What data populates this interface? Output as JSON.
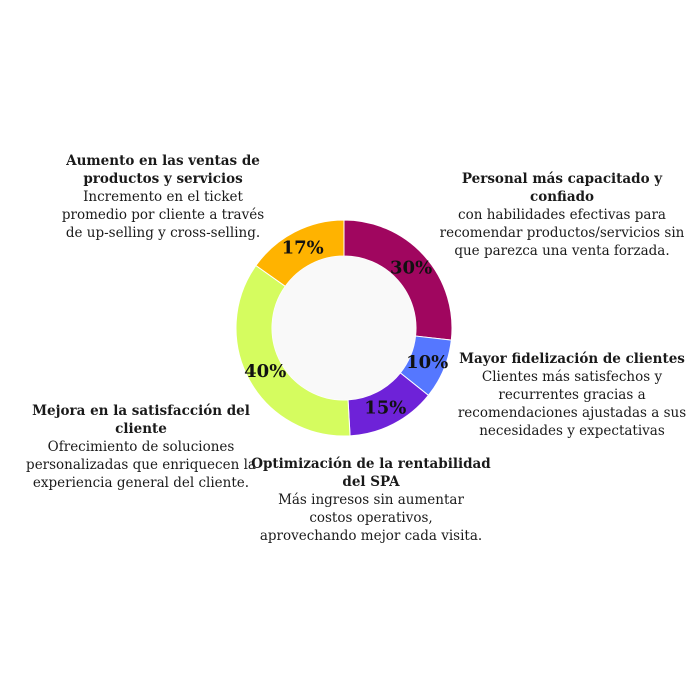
{
  "chart_data": {
    "type": "pie",
    "donut": true,
    "categories": [
      "Personal más capacitado y confiado",
      "Mayor fidelización de clientes",
      "Optimización de la rentabilidad del SPA",
      "Mejora en la satisfacción del cliente",
      "Aumento en las ventas de productos y servicios"
    ],
    "values": [
      30,
      10,
      15,
      40,
      17
    ],
    "labels": [
      "30%",
      "10%",
      "15%",
      "40%",
      "17%"
    ],
    "colors": [
      "#a0065f",
      "#5577ff",
      "#6e22d8",
      "#d5fc5f",
      "#ffb300"
    ],
    "hole_color": "#f9f9f9"
  },
  "callouts": [
    {
      "title": "Personal más capacitado y confiado",
      "desc": "con habilidades efectivas para\nrecomendar productos/servicios sin\nque parezca una venta forzada."
    },
    {
      "title": "Mayor fidelización de clientes",
      "desc": "Clientes más satisfechos y\nrecurrentes gracias a\nrecomendaciones ajustadas a sus\nnecesidades y expectativas"
    },
    {
      "title": "Optimización de la\nrentabilidad del SPA",
      "desc": "Más ingresos sin aumentar\ncostos operativos,\naprovechando mejor cada visita."
    },
    {
      "title": "Mejora en la satisfacción del cliente",
      "desc": "Ofrecimiento de soluciones\npersonalizadas que enriquecen la\nexperiencia general del cliente."
    },
    {
      "title": "Aumento en las ventas de\nproductos y servicios",
      "desc": "Incremento en el ticket\npromedio por cliente a través\nde up-selling y cross-selling."
    }
  ]
}
